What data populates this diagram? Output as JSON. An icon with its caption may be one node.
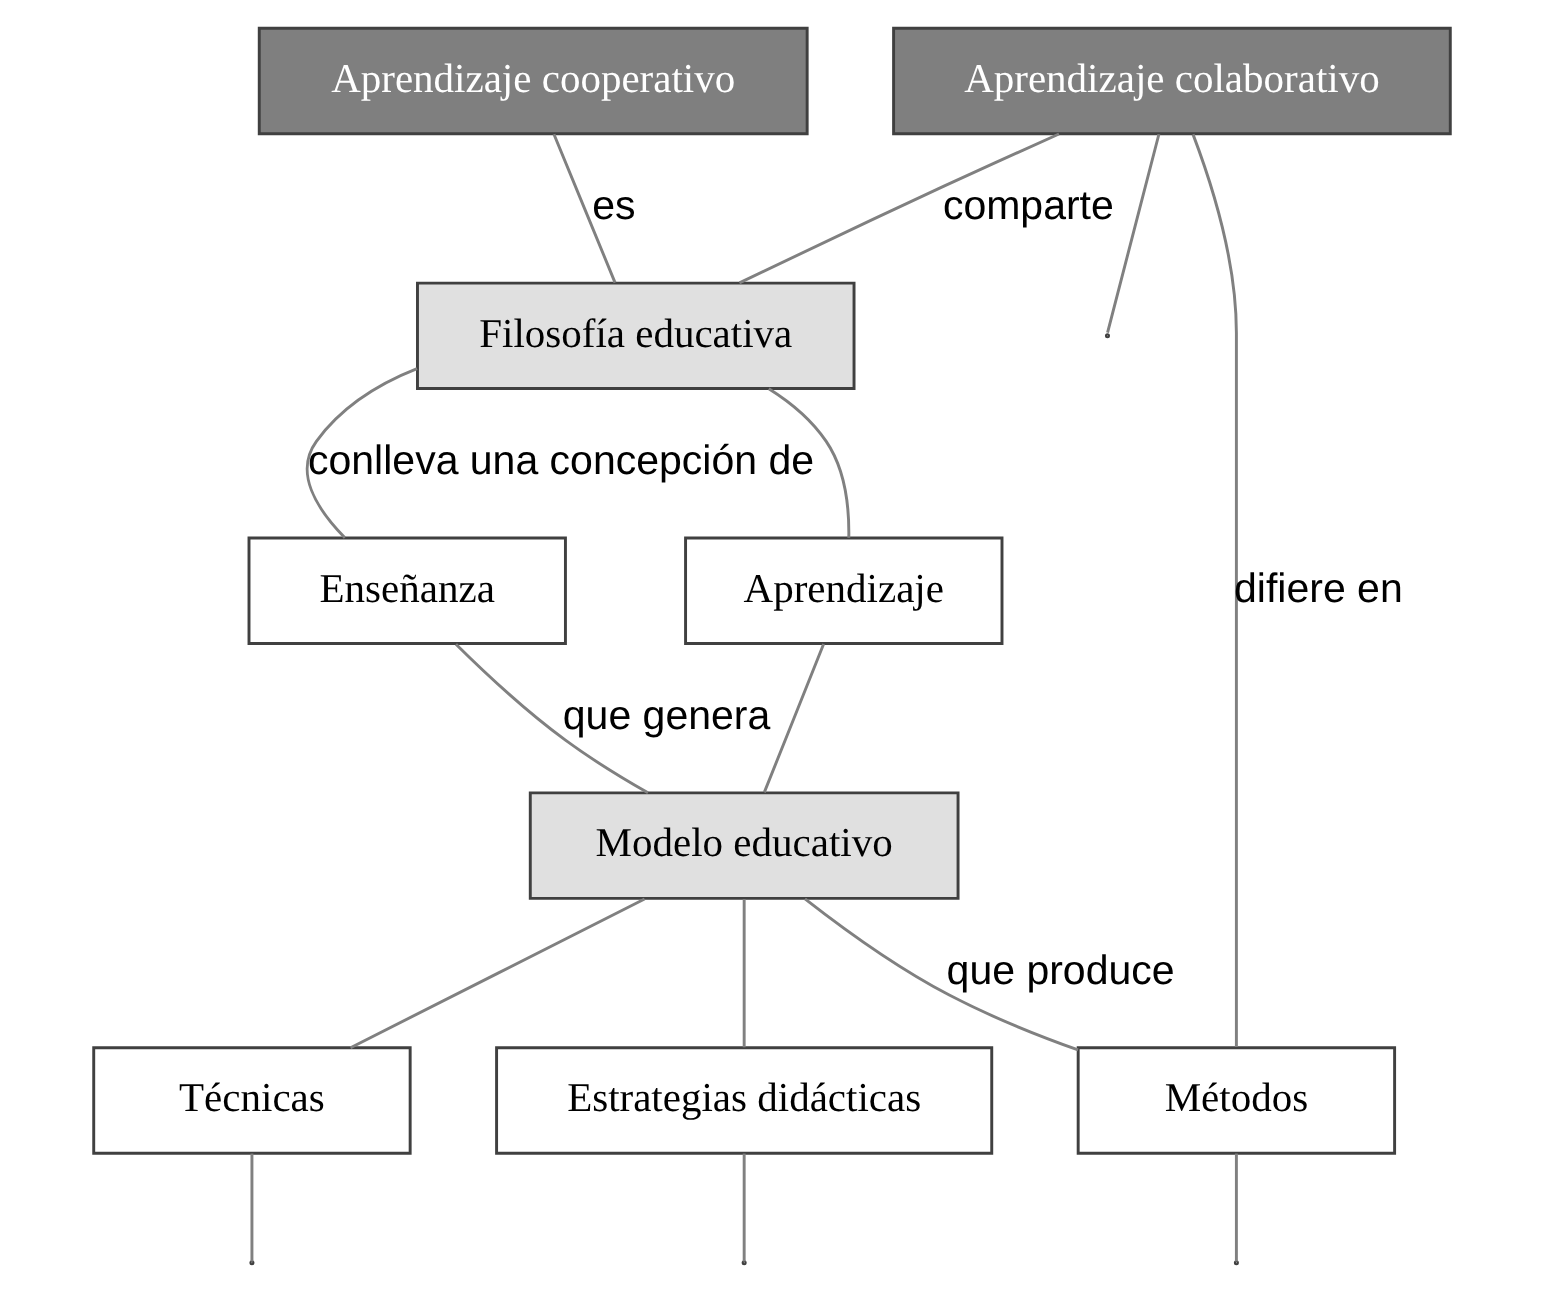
{
  "diagram": {
    "nodes": [
      {
        "text": [
          "Aprendizaje colaborativo"
        ]
      },
      {
        "text": [
          "Aprendizaje cooperativo"
        ]
      },
      {
        "text": [
          "Filosofía educativa"
        ]
      },
      {
        "text": [
          "Enseñanza"
        ]
      },
      {
        "text": [
          "Aprendizaje"
        ]
      },
      {
        "text": [
          "Modelo educativo"
        ]
      },
      {
        "text": [
          "Métodos"
        ]
      },
      {
        "text": [
          "Técnicas"
        ]
      },
      {
        "text": [
          "Estrategias didácticas"
        ]
      }
    ],
    "edges": [
      {
        "from": 1,
        "to": 2,
        "arrow": "none",
        "label": "es"
      },
      {
        "from": 0,
        "to": 2,
        "arrow": "none",
        "label": "comparte"
      },
      {
        "from": 2,
        "to": 3,
        "arrow": "none",
        "label": "conlleva una concepción de"
      },
      {
        "from": 2,
        "to": 4,
        "arrow": "none"
      },
      {
        "from": 3,
        "to": 5,
        "arrow": "none",
        "label": "que genera"
      },
      {
        "from": 4,
        "to": 5,
        "arrow": "none"
      },
      {
        "from": 5,
        "to": 6,
        "arrow": "none",
        "label": "que produce"
      },
      {
        "from": 5,
        "to": 7,
        "arrow": "none"
      },
      {
        "from": 5,
        "to": 8,
        "arrow": "none"
      },
      {
        "from": 0,
        "to": 6,
        "arrow": "none",
        "label": "difiere en"
      },
      {
        "from": 0,
        "to": null,
        "arrow": "none"
      },
      {
        "from": 6,
        "to": null,
        "arrow": "none"
      },
      {
        "from": 7,
        "to": null,
        "arrow": "none"
      },
      {
        "from": 8,
        "to": null,
        "arrow": "none"
      }
    ]
  }
}
